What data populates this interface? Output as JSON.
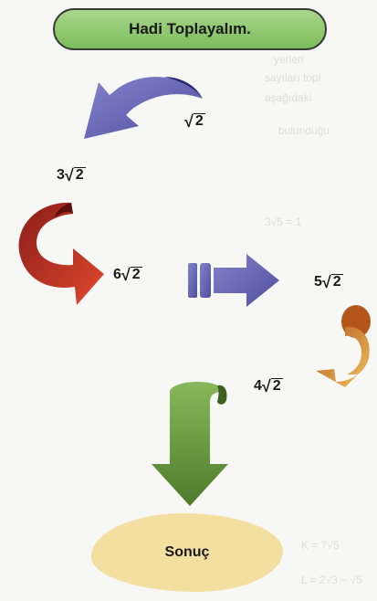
{
  "title": "Hadi Toplayalım.",
  "result_label": "Sonuç",
  "terms": [
    {
      "coef": "",
      "radicand": "2"
    },
    {
      "coef": "3",
      "radicand": "2"
    },
    {
      "coef": "6",
      "radicand": "2"
    },
    {
      "coef": "5",
      "radicand": "2"
    },
    {
      "coef": "4",
      "radicand": "2"
    }
  ],
  "colors": {
    "title_fill": "#8cc870",
    "arrow_blue": "#6a6ab8",
    "arrow_red": "#c0302a",
    "arrow_orange": "#e8a040",
    "arrow_green": "#6a9a40",
    "result_fill": "#f3dfa0"
  }
}
